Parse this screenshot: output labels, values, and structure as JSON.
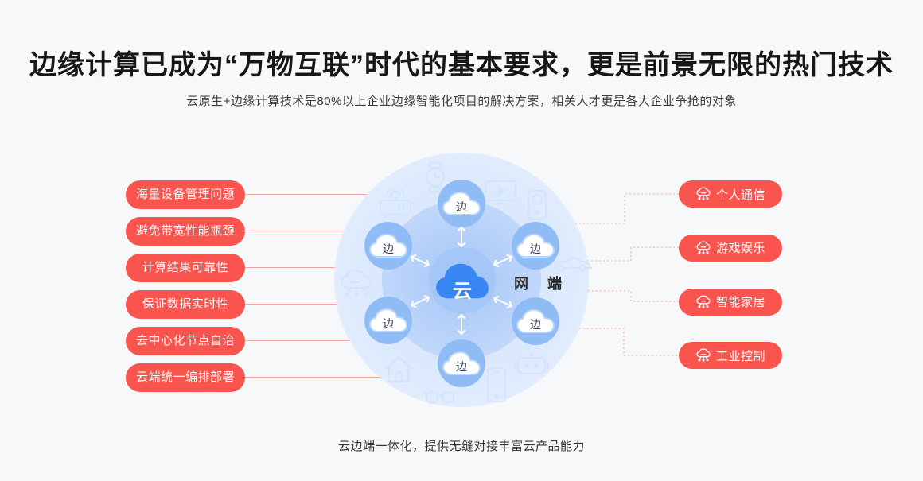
{
  "header": {
    "title": "边缘计算已成为“万物互联”时代的基本要求，更是前景无限的热门技术",
    "subtitle": "云原生+边缘计算技术是80%以上企业边缘智能化项目的解决方案，相关人才更是各大企业争抢的对象"
  },
  "pain_points": [
    "海量设备管理问题",
    "避免带宽性能瓶颈",
    "计算结果可靠性",
    "保证数据实时性",
    "去中心化节点自治",
    "云端统一编排部署"
  ],
  "scenarios": [
    "个人通信",
    "游戏娱乐",
    "智能家居",
    "工业控制"
  ],
  "diagram": {
    "cloud_label": "云",
    "edge_label": "边",
    "network_label": "网",
    "terminal_label": "端"
  },
  "caption": "云边端一体化，提供无缝对接丰富云产品能力",
  "colors": {
    "accent_red": "#f9544e",
    "cloud_blue": "#3786f3",
    "page_bg": "#f7f8fa"
  }
}
